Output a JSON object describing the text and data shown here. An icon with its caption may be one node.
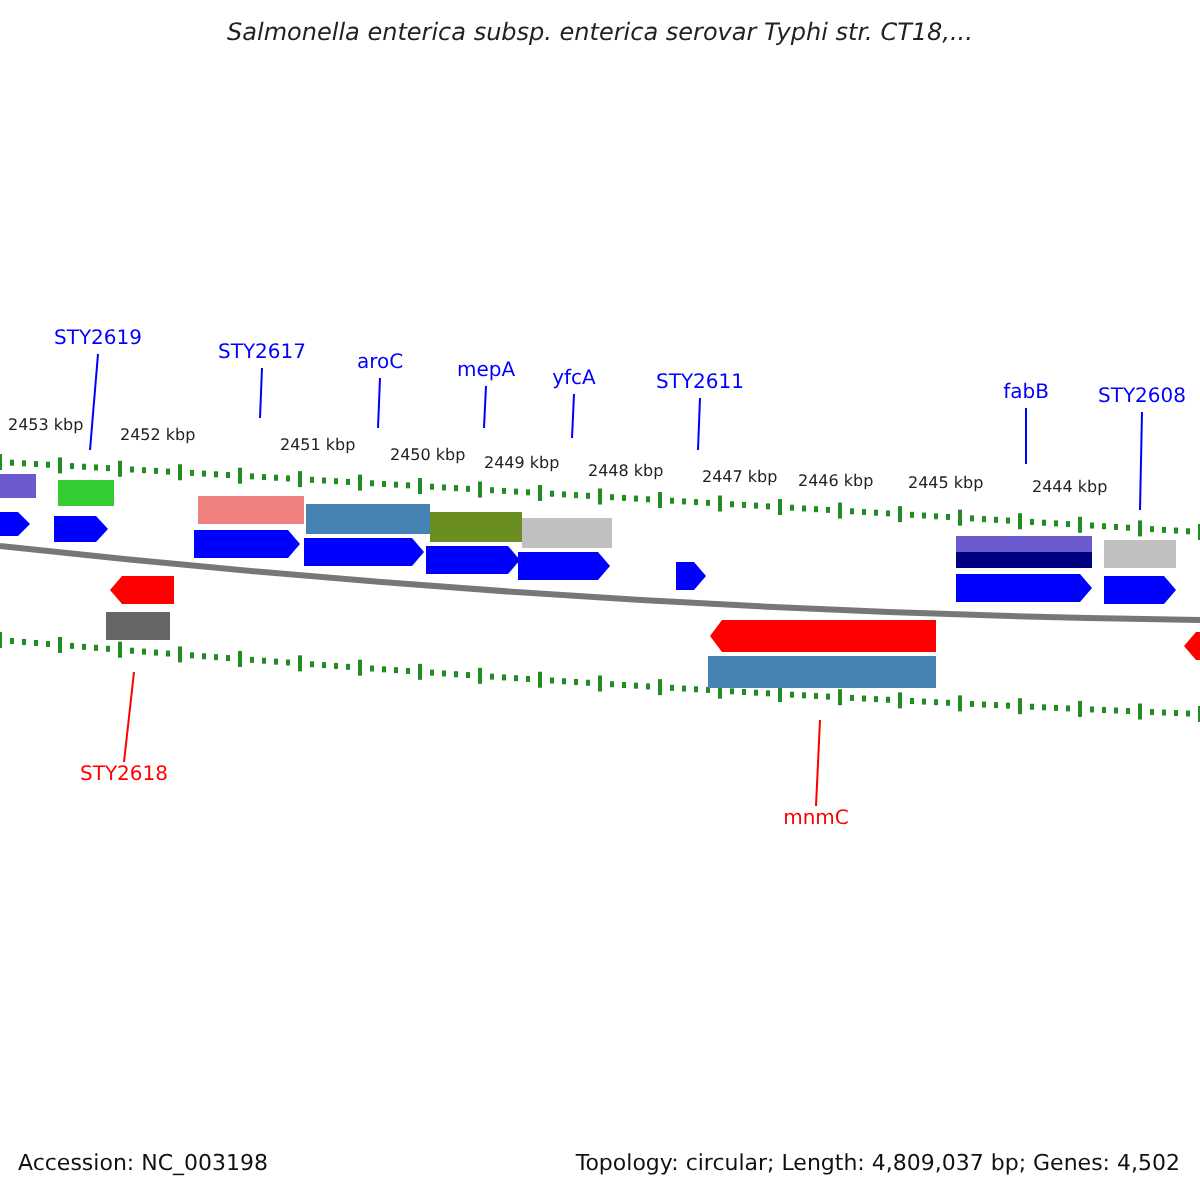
{
  "diagram": {
    "title": "Salmonella enterica subsp. enterica serovar Typhi str. CT18,...",
    "nodes": [
      {
        "text": [
          "STY2619"
        ]
      },
      {
        "text": [
          "STY2617"
        ]
      },
      {
        "text": [
          "aroC"
        ]
      },
      {
        "text": [
          "mepA"
        ]
      },
      {
        "text": [
          "yfcA"
        ]
      },
      {
        "text": [
          "STY2611"
        ]
      },
      {
        "text": [
          "fabB"
        ]
      },
      {
        "text": [
          "STY2608"
        ]
      },
      {
        "text": [
          "STY2618"
        ]
      },
      {
        "text": [
          "mnmC"
        ]
      }
    ],
    "edges": [
      {
        "from": 0,
        "to": null,
        "arrow": "none"
      },
      {
        "from": 1,
        "to": null,
        "arrow": "none"
      },
      {
        "from": 2,
        "to": null,
        "arrow": "none"
      },
      {
        "from": 3,
        "to": null,
        "arrow": "none"
      },
      {
        "from": 4,
        "to": null,
        "arrow": "none"
      },
      {
        "from": 5,
        "to": null,
        "arrow": "none"
      },
      {
        "from": 6,
        "to": null,
        "arrow": "none"
      },
      {
        "from": 7,
        "to": null,
        "arrow": "none"
      },
      {
        "from": 8,
        "to": null,
        "arrow": "none",
        "color": "#ff0000"
      },
      {
        "from": 9,
        "to": null,
        "arrow": "none",
        "color": "#ff0000"
      }
    ],
    "labels": [
      "2453 kbp",
      "2452 kbp",
      "2451 kbp",
      "2450 kbp",
      "2449 kbp",
      "2448 kbp",
      "2447 kbp",
      "2446 kbp",
      "2445 kbp",
      "2444 kbp",
      "Accession: NC_003198",
      "Topology: circular; Length: 4,809,037 bp; Genes: 4,502"
    ]
  }
}
